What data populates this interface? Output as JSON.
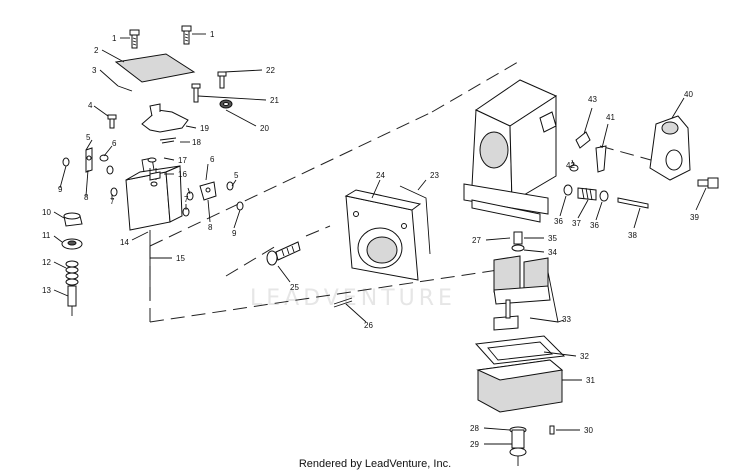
{
  "diagram": {
    "callouts": [
      {
        "id": "c1a",
        "text": "1"
      },
      {
        "id": "c1b",
        "text": "1"
      },
      {
        "id": "c2",
        "text": "2"
      },
      {
        "id": "c3",
        "text": "3"
      },
      {
        "id": "c4",
        "text": "4"
      },
      {
        "id": "c5a",
        "text": "5"
      },
      {
        "id": "c5b",
        "text": "5"
      },
      {
        "id": "c6a",
        "text": "6"
      },
      {
        "id": "c6b",
        "text": "6"
      },
      {
        "id": "c7a",
        "text": "7"
      },
      {
        "id": "c7b",
        "text": "7"
      },
      {
        "id": "c8a",
        "text": "8"
      },
      {
        "id": "c8b",
        "text": "8"
      },
      {
        "id": "c9a",
        "text": "9"
      },
      {
        "id": "c9b",
        "text": "9"
      },
      {
        "id": "c10",
        "text": "10"
      },
      {
        "id": "c11",
        "text": "11"
      },
      {
        "id": "c12",
        "text": "12"
      },
      {
        "id": "c13",
        "text": "13"
      },
      {
        "id": "c14",
        "text": "14"
      },
      {
        "id": "c15",
        "text": "15"
      },
      {
        "id": "c16",
        "text": "16"
      },
      {
        "id": "c17",
        "text": "17"
      },
      {
        "id": "c18",
        "text": "18"
      },
      {
        "id": "c19",
        "text": "19"
      },
      {
        "id": "c20",
        "text": "20"
      },
      {
        "id": "c21",
        "text": "21"
      },
      {
        "id": "c22",
        "text": "22"
      },
      {
        "id": "c23",
        "text": "23"
      },
      {
        "id": "c24",
        "text": "24"
      },
      {
        "id": "c25",
        "text": "25"
      },
      {
        "id": "c26",
        "text": "26"
      },
      {
        "id": "c27",
        "text": "27"
      },
      {
        "id": "c28",
        "text": "28"
      },
      {
        "id": "c29",
        "text": "29"
      },
      {
        "id": "c30",
        "text": "30"
      },
      {
        "id": "c31",
        "text": "31"
      },
      {
        "id": "c32",
        "text": "32"
      },
      {
        "id": "c33",
        "text": "33"
      },
      {
        "id": "c34",
        "text": "34"
      },
      {
        "id": "c35",
        "text": "35"
      },
      {
        "id": "c36a",
        "text": "36"
      },
      {
        "id": "c36b",
        "text": "36"
      },
      {
        "id": "c37",
        "text": "37"
      },
      {
        "id": "c38",
        "text": "38"
      },
      {
        "id": "c39",
        "text": "39"
      },
      {
        "id": "c40",
        "text": "40"
      },
      {
        "id": "c41",
        "text": "41"
      },
      {
        "id": "c42",
        "text": "42"
      },
      {
        "id": "c43",
        "text": "43"
      }
    ],
    "watermark": "LEADVENTURE",
    "footer": "Rendered by LeadVenture, Inc."
  }
}
